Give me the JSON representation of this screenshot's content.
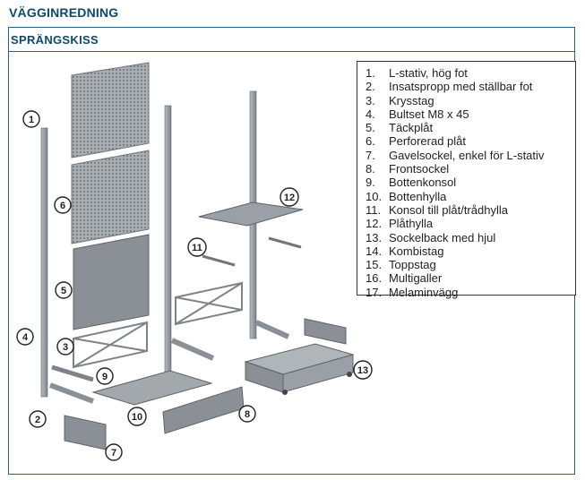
{
  "page_title": "VÄGGINREDNING",
  "section_title": "SPRÄNGSKISS",
  "legend": [
    {
      "num": "1.",
      "label": "L-stativ, hög fot"
    },
    {
      "num": "2.",
      "label": "Insatspropp med ställbar fot"
    },
    {
      "num": "3.",
      "label": "Krysstag"
    },
    {
      "num": "4.",
      "label": "Bultset M8 x 45"
    },
    {
      "num": "5.",
      "label": "Täckplåt"
    },
    {
      "num": "6.",
      "label": "Perforerad plåt"
    },
    {
      "num": "7.",
      "label": "Gavelsockel, enkel för L-stativ"
    },
    {
      "num": "8.",
      "label": "Frontsockel"
    },
    {
      "num": "9.",
      "label": "Bottenkonsol"
    },
    {
      "num": "10.",
      "label": "Bottenhylla"
    },
    {
      "num": "11.",
      "label": "Konsol till plåt/trådhylla"
    },
    {
      "num": "12.",
      "label": "Plåthylla"
    },
    {
      "num": "13.",
      "label": "Sockelback med hjul"
    },
    {
      "num": "14.",
      "label": "Kombistag"
    },
    {
      "num": "15.",
      "label": "Toppstag"
    },
    {
      "num": "16.",
      "label": "Multigaller"
    },
    {
      "num": "17.",
      "label": "Melaminvägg"
    }
  ],
  "callouts": [
    "1",
    "2",
    "3",
    "4",
    "5",
    "6",
    "7",
    "8",
    "9",
    "10",
    "11",
    "12",
    "13"
  ],
  "colors": {
    "title": "#0b4a6e",
    "frame": "#2a5f80",
    "metal": "#9aa0a6",
    "metal_dark": "#6f757b"
  }
}
